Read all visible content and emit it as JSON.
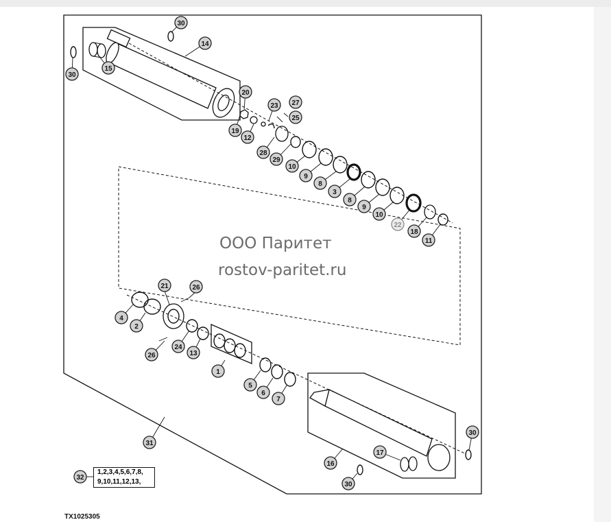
{
  "watermark": {
    "company": "ООО Паритет",
    "site": "rostov-paritet.ru"
  },
  "figure_code": "TX1025305",
  "kit": {
    "number": "32",
    "contents_line1": "1,2,3,4,5,6,7,8,",
    "contents_line2": "9,10,11,12,13,"
  },
  "callouts": [
    {
      "id": "c30a",
      "label": "30"
    },
    {
      "id": "c14",
      "label": "14"
    },
    {
      "id": "c30b",
      "label": "30"
    },
    {
      "id": "c15",
      "label": "15"
    },
    {
      "id": "c20",
      "label": "20"
    },
    {
      "id": "c23",
      "label": "23"
    },
    {
      "id": "c27",
      "label": "27"
    },
    {
      "id": "c25",
      "label": "25"
    },
    {
      "id": "c19",
      "label": "19"
    },
    {
      "id": "c12",
      "label": "12"
    },
    {
      "id": "c28",
      "label": "28"
    },
    {
      "id": "c29",
      "label": "29"
    },
    {
      "id": "c10a",
      "label": "10"
    },
    {
      "id": "c9a",
      "label": "9"
    },
    {
      "id": "c8a",
      "label": "8"
    },
    {
      "id": "c3",
      "label": "3"
    },
    {
      "id": "c8b",
      "label": "8"
    },
    {
      "id": "c9b",
      "label": "9"
    },
    {
      "id": "c10b",
      "label": "10"
    },
    {
      "id": "c22",
      "label": "22"
    },
    {
      "id": "c18",
      "label": "18"
    },
    {
      "id": "c11",
      "label": "11"
    },
    {
      "id": "c21",
      "label": "21"
    },
    {
      "id": "c26a",
      "label": "26"
    },
    {
      "id": "c4",
      "label": "4"
    },
    {
      "id": "c2",
      "label": "2"
    },
    {
      "id": "c24",
      "label": "24"
    },
    {
      "id": "c13",
      "label": "13"
    },
    {
      "id": "c26b",
      "label": "26"
    },
    {
      "id": "c1",
      "label": "1"
    },
    {
      "id": "c5",
      "label": "5"
    },
    {
      "id": "c6",
      "label": "6"
    },
    {
      "id": "c7",
      "label": "7"
    },
    {
      "id": "c31",
      "label": "31"
    },
    {
      "id": "c16",
      "label": "16"
    },
    {
      "id": "c17",
      "label": "17"
    },
    {
      "id": "c30c",
      "label": "30"
    },
    {
      "id": "c30d",
      "label": "30"
    }
  ]
}
